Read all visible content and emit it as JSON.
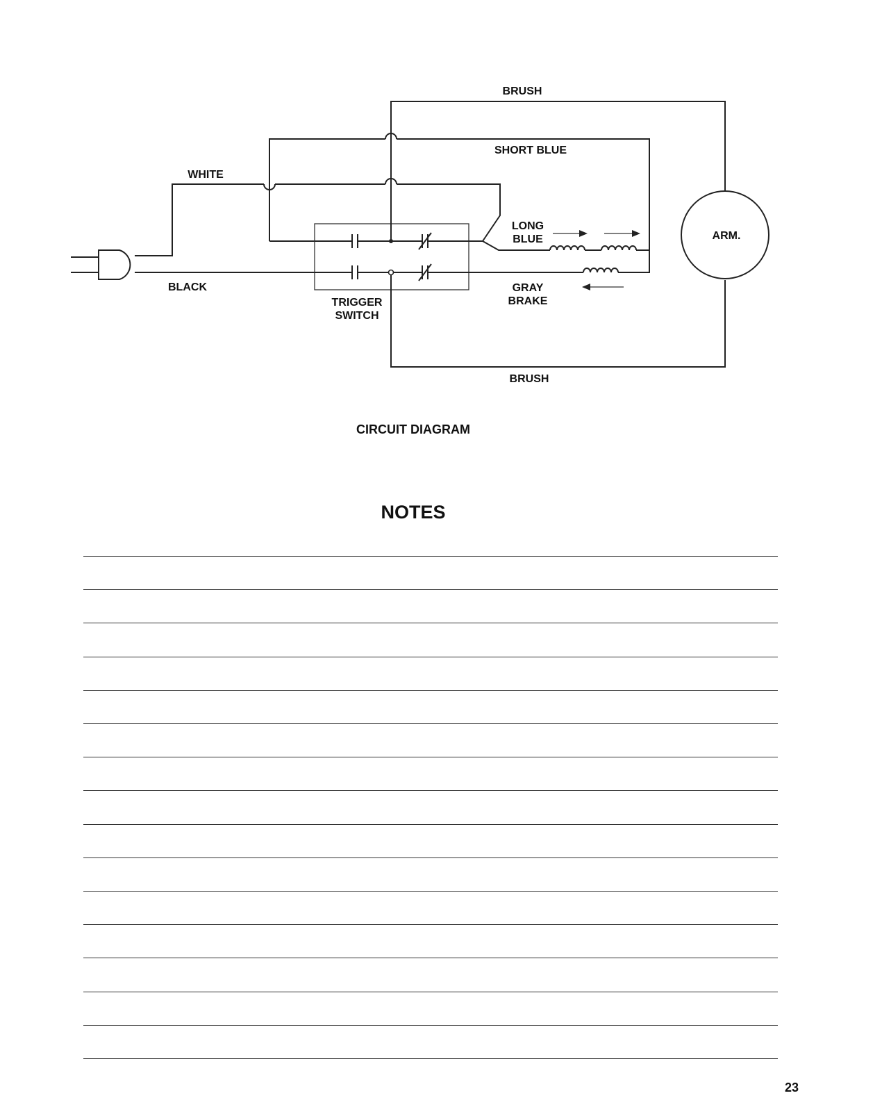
{
  "diagram": {
    "labels": {
      "brush_top": "BRUSH",
      "short_blue": "SHORT BLUE",
      "white": "WHITE",
      "long": "LONG",
      "blue": "BLUE",
      "arm": "ARM.",
      "black": "BLACK",
      "gray": "GRAY",
      "brake": "BRAKE",
      "trigger": "TRIGGER",
      "switch": "SWITCH",
      "brush_bottom": "BRUSH"
    },
    "caption": "CIRCUIT DIAGRAM"
  },
  "notes": {
    "title": "NOTES",
    "line_count": 16
  },
  "page_number": "23"
}
